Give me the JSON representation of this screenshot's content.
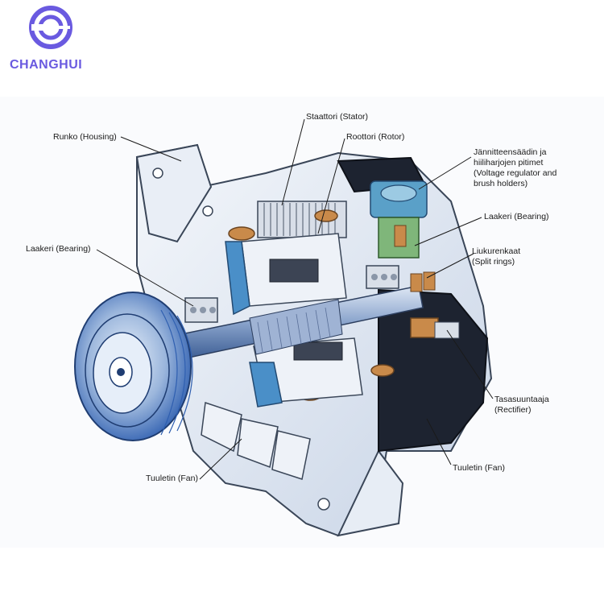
{
  "brand": {
    "name": "CHANGHUI",
    "color": "#6a5ae0"
  },
  "labels": {
    "housing": "Runko (Housing)",
    "stator": "Staattori (Stator)",
    "rotor": "Roottori (Rotor)",
    "regulator": [
      "Jännitteensäädin ja",
      "hiiliharjojen pitimet",
      "(Voltage regulator and",
      "brush holders)"
    ],
    "bearing_right": "Laakeri (Bearing)",
    "bearing_left": "Laakeri (Bearing)",
    "slip_rings": [
      "Liukurenkaat",
      "(Split rings)"
    ],
    "rectifier": [
      "Tasasuuntaaja",
      "(Rectifier)"
    ],
    "fan_left": "Tuuletin (Fan)",
    "fan_right": "Tuuletin (Fan)"
  }
}
